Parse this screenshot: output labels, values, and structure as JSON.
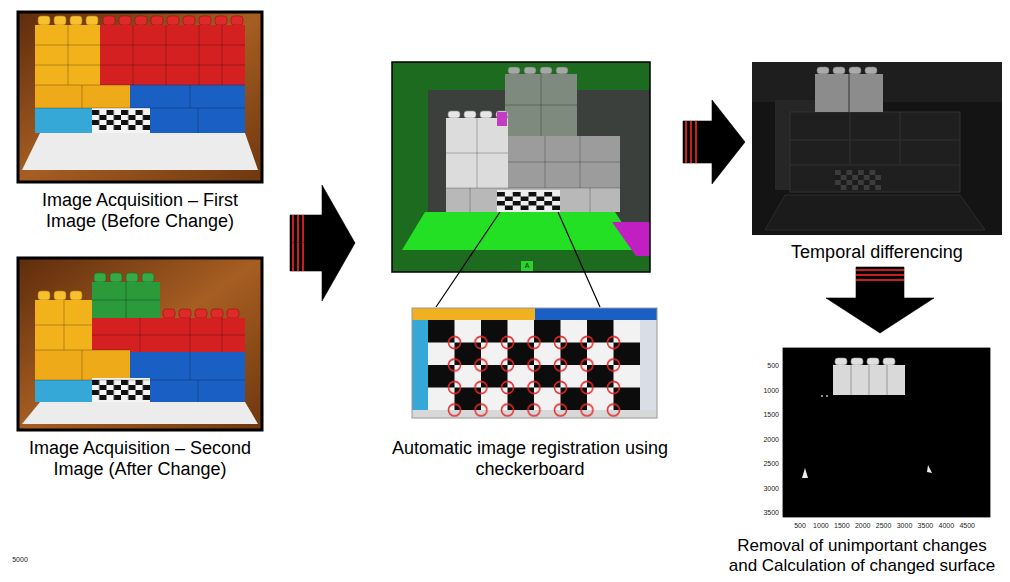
{
  "diagram": {
    "nodes": [
      {
        "text": [
          "Image Acquisition – First Image (Before Change)"
        ]
      },
      {
        "text": [
          "Image Acquisition – Second Image (After Change)"
        ]
      },
      {
        "text": [
          "Automatic image registration using checkerboard"
        ]
      },
      {
        "text": [
          "Temporal differencing"
        ]
      },
      {
        "text": [
          "Removal of unimportant changes and Calculation of changed surface"
        ]
      }
    ],
    "edges": [
      {
        "from": 0,
        "to": 2,
        "arrow": "to"
      },
      {
        "from": 1,
        "to": 2,
        "arrow": "to"
      },
      {
        "from": 2,
        "to": 3,
        "arrow": "to"
      },
      {
        "from": 3,
        "to": 4,
        "arrow": "to"
      }
    ],
    "labels": [
      "A",
      "500",
      "1000",
      "1500",
      "2000",
      "2500",
      "3000",
      "3500",
      "500",
      "1000",
      "1500",
      "2000",
      "2500",
      "3000",
      "3500",
      "4000",
      "4500",
      "5000"
    ]
  }
}
